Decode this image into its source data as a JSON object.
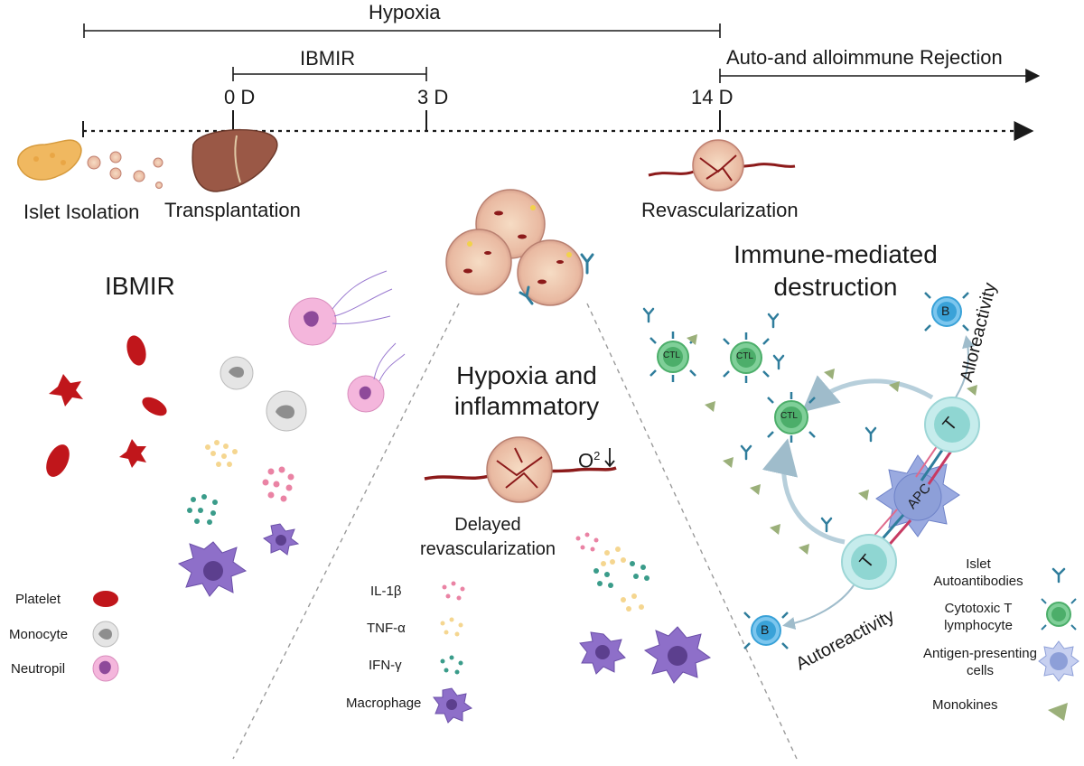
{
  "timeline": {
    "hypoxia": "Hypoxia",
    "ibmir": "IBMIR",
    "rejection": "Auto-and alloimmune Rejection",
    "ticks": [
      "0 D",
      "3 D",
      "14 D"
    ]
  },
  "stages": {
    "islet_isolation": "Islet Isolation",
    "transplantation": "Transplantation",
    "revascularization": "Revascularization"
  },
  "ibmir_panel": {
    "title": "IBMIR",
    "legend": [
      "Platelet",
      "Monocyte",
      "Neutropil"
    ]
  },
  "center_panel": {
    "title_line1": "Hypoxia and",
    "title_line2": "inflammatory",
    "oxygen_base": "O",
    "oxygen_sup": "2",
    "caption_line1": "Delayed",
    "caption_line2": "revascularization",
    "legend": [
      "IL-1β",
      "TNF-α",
      "IFN-γ",
      "Macrophage"
    ]
  },
  "immune_panel": {
    "title_line1": "Immune-mediated",
    "title_line2": "destruction",
    "alloreactivity": "Alloreactivity",
    "autoreactivity": "Autoreactivity",
    "cells": {
      "b": "B",
      "t": "T",
      "ctl": "CTL",
      "apc": "APC"
    },
    "legend": {
      "autoantibodies_1": "Islet",
      "autoantibodies_2": "Autoantibodies",
      "ctl_1": "Cytotoxic T",
      "ctl_2": "lymphocyte",
      "apc_1": "Antigen-presenting",
      "apc_2": "cells",
      "monokines": "Monokines"
    }
  },
  "colors": {
    "platelet": "#c0161b",
    "monocyte": "#d3d3d3",
    "neutrophil": "#e9a2d2",
    "macrophage": "#8e6fc9",
    "islet": "#e7b9a4",
    "vessel": "#8c1a1a",
    "t_cell": "#b5e3e4",
    "ctl": "#4cae6a",
    "b_cell": "#3aa2d8",
    "apc": "#8d9fd8",
    "monokine": "#9bb07a",
    "antibody": "#2f7d9c"
  }
}
